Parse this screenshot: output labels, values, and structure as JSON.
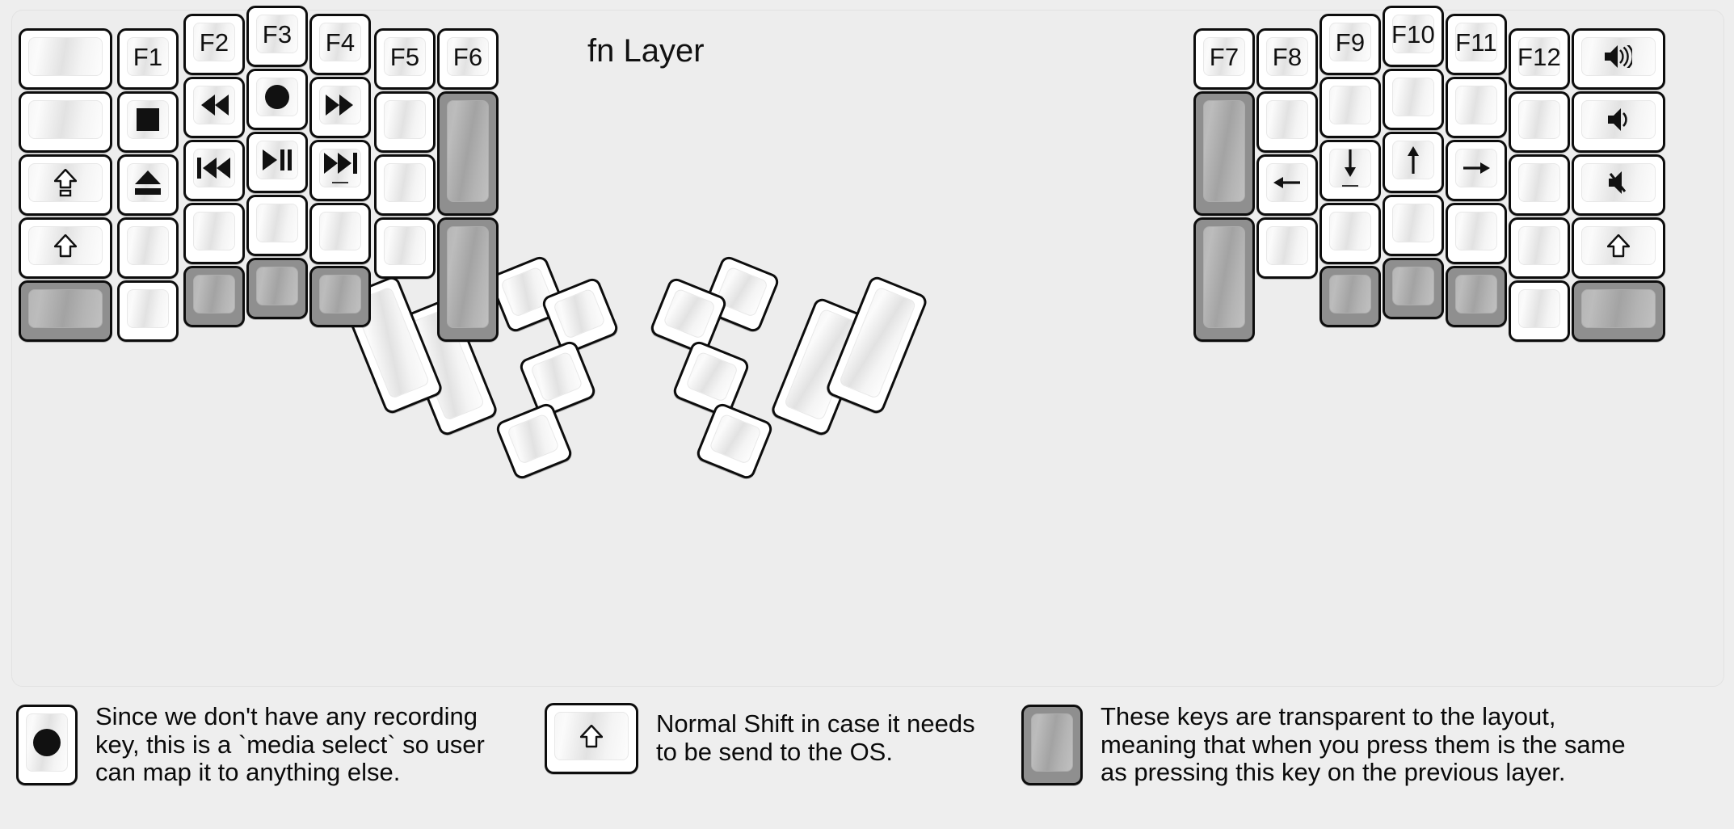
{
  "title": "fn Layer",
  "colors": {
    "background": "#eeeeee",
    "panel": "#ededed",
    "key_face": "#ffffff",
    "key_outline": "#0d0d0d",
    "transparent_key": "#8f8f8f"
  },
  "legend": [
    {
      "icon": "record-circle-icon",
      "key_style": "normal",
      "text": "Since we don't have any recording\nkey, this is a `media select` so user\ncan map it to anything else."
    },
    {
      "icon": "shift-arrow-icon",
      "key_style": "normal",
      "text": "Normal Shift in case it needs\nto be send to the OS."
    },
    {
      "icon": "none",
      "key_style": "transparent",
      "text": "These keys are transparent to the layout,\nmeaning that when you press them is the same\nas pressing this key on the previous layer."
    }
  ],
  "left_half": {
    "columns": [
      {
        "name": "pinky-outer",
        "keys": [
          {
            "label": "",
            "icon": "none",
            "style": "normal"
          },
          {
            "label": "",
            "icon": "none",
            "style": "normal"
          },
          {
            "label": "",
            "icon": "caps-lock-icon",
            "style": "normal"
          },
          {
            "label": "",
            "icon": "shift-arrow-icon",
            "style": "normal"
          },
          {
            "label": "",
            "icon": "none",
            "style": "transparent"
          }
        ]
      },
      {
        "name": "pinky",
        "keys": [
          {
            "label": "F1",
            "icon": "none",
            "style": "normal"
          },
          {
            "label": "",
            "icon": "media-stop-icon",
            "style": "normal"
          },
          {
            "label": "",
            "icon": "media-eject-icon",
            "style": "normal"
          },
          {
            "label": "",
            "icon": "none",
            "style": "normal"
          },
          {
            "label": "",
            "icon": "none",
            "style": "normal"
          }
        ]
      },
      {
        "name": "ring",
        "keys": [
          {
            "label": "F2",
            "icon": "none",
            "style": "normal"
          },
          {
            "label": "",
            "icon": "media-rewind-icon",
            "style": "normal"
          },
          {
            "label": "",
            "icon": "media-previous-icon",
            "style": "normal"
          },
          {
            "label": "",
            "icon": "none",
            "style": "normal"
          },
          {
            "label": "",
            "icon": "none",
            "style": "transparent"
          }
        ]
      },
      {
        "name": "middle",
        "keys": [
          {
            "label": "F3",
            "icon": "none",
            "style": "normal"
          },
          {
            "label": "",
            "icon": "media-record-icon",
            "style": "normal"
          },
          {
            "label": "",
            "icon": "media-play-pause-icon",
            "style": "normal"
          },
          {
            "label": "",
            "icon": "none",
            "style": "normal"
          },
          {
            "label": "",
            "icon": "none",
            "style": "transparent"
          }
        ]
      },
      {
        "name": "index",
        "keys": [
          {
            "label": "F4",
            "icon": "none",
            "style": "normal"
          },
          {
            "label": "",
            "icon": "media-fast-forward-icon",
            "style": "normal"
          },
          {
            "label": "",
            "icon": "media-next-icon",
            "style": "normal"
          },
          {
            "label": "",
            "icon": "none",
            "style": "normal"
          },
          {
            "label": "",
            "icon": "none",
            "style": "transparent"
          }
        ]
      },
      {
        "name": "index-inner",
        "keys": [
          {
            "label": "F5",
            "icon": "none",
            "style": "normal"
          },
          {
            "label": "",
            "icon": "none",
            "style": "normal"
          },
          {
            "label": "",
            "icon": "none",
            "style": "normal"
          },
          {
            "label": "",
            "icon": "none",
            "style": "normal"
          }
        ]
      },
      {
        "name": "inner-extra",
        "keys": [
          {
            "label": "F6",
            "icon": "none",
            "style": "normal"
          },
          {
            "label": "",
            "icon": "none",
            "style": "transparent"
          },
          {
            "label": "",
            "icon": "none",
            "style": "transparent"
          }
        ]
      }
    ],
    "thumb_cluster": [
      {
        "name": "thumb-1u-top-left",
        "label": "",
        "icon": "none",
        "style": "normal"
      },
      {
        "name": "thumb-1u-top-right",
        "label": "",
        "icon": "none",
        "style": "normal"
      },
      {
        "name": "thumb-1u-mid-right",
        "label": "",
        "icon": "none",
        "style": "normal"
      },
      {
        "name": "thumb-1u-bottom-right",
        "label": "",
        "icon": "none",
        "style": "normal"
      },
      {
        "name": "thumb-2u-outer",
        "label": "",
        "icon": "none",
        "style": "normal"
      },
      {
        "name": "thumb-2u-inner",
        "label": "",
        "icon": "none",
        "style": "normal"
      }
    ]
  },
  "right_half": {
    "columns": [
      {
        "name": "inner-extra",
        "keys": [
          {
            "label": "F7",
            "icon": "none",
            "style": "normal"
          },
          {
            "label": "",
            "icon": "none",
            "style": "transparent"
          },
          {
            "label": "",
            "icon": "none",
            "style": "transparent"
          }
        ]
      },
      {
        "name": "index-inner",
        "keys": [
          {
            "label": "F8",
            "icon": "none",
            "style": "normal"
          },
          {
            "label": "",
            "icon": "none",
            "style": "normal"
          },
          {
            "label": "",
            "icon": "arrow-left-icon",
            "style": "normal"
          },
          {
            "label": "",
            "icon": "none",
            "style": "normal"
          }
        ]
      },
      {
        "name": "index",
        "keys": [
          {
            "label": "F9",
            "icon": "none",
            "style": "normal"
          },
          {
            "label": "",
            "icon": "none",
            "style": "normal"
          },
          {
            "label": "",
            "icon": "arrow-down-icon",
            "style": "normal"
          },
          {
            "label": "",
            "icon": "none",
            "style": "normal"
          },
          {
            "label": "",
            "icon": "none",
            "style": "transparent"
          }
        ]
      },
      {
        "name": "middle",
        "keys": [
          {
            "label": "F10",
            "icon": "none",
            "style": "normal"
          },
          {
            "label": "",
            "icon": "none",
            "style": "normal"
          },
          {
            "label": "",
            "icon": "arrow-up-icon",
            "style": "normal"
          },
          {
            "label": "",
            "icon": "none",
            "style": "normal"
          },
          {
            "label": "",
            "icon": "none",
            "style": "transparent"
          }
        ]
      },
      {
        "name": "ring",
        "keys": [
          {
            "label": "F11",
            "icon": "none",
            "style": "normal"
          },
          {
            "label": "",
            "icon": "none",
            "style": "normal"
          },
          {
            "label": "",
            "icon": "arrow-right-icon",
            "style": "normal"
          },
          {
            "label": "",
            "icon": "none",
            "style": "normal"
          },
          {
            "label": "",
            "icon": "none",
            "style": "transparent"
          }
        ]
      },
      {
        "name": "pinky",
        "keys": [
          {
            "label": "F12",
            "icon": "none",
            "style": "normal"
          },
          {
            "label": "",
            "icon": "none",
            "style": "normal"
          },
          {
            "label": "",
            "icon": "none",
            "style": "normal"
          },
          {
            "label": "",
            "icon": "none",
            "style": "normal"
          },
          {
            "label": "",
            "icon": "none",
            "style": "normal"
          }
        ]
      },
      {
        "name": "pinky-outer",
        "keys": [
          {
            "label": "",
            "icon": "volume-up-icon",
            "style": "normal"
          },
          {
            "label": "",
            "icon": "volume-down-icon",
            "style": "normal"
          },
          {
            "label": "",
            "icon": "volume-mute-icon",
            "style": "normal"
          },
          {
            "label": "",
            "icon": "shift-arrow-icon",
            "style": "normal"
          },
          {
            "label": "",
            "icon": "none",
            "style": "transparent"
          }
        ]
      }
    ],
    "thumb_cluster": [
      {
        "name": "thumb-1u-top-right",
        "label": "",
        "icon": "none",
        "style": "normal"
      },
      {
        "name": "thumb-1u-top-left",
        "label": "",
        "icon": "none",
        "style": "normal"
      },
      {
        "name": "thumb-1u-mid-left",
        "label": "",
        "icon": "none",
        "style": "normal"
      },
      {
        "name": "thumb-1u-bottom-left",
        "label": "",
        "icon": "none",
        "style": "normal"
      },
      {
        "name": "thumb-2u-inner",
        "label": "",
        "icon": "none",
        "style": "normal"
      },
      {
        "name": "thumb-2u-outer",
        "label": "",
        "icon": "none",
        "style": "normal"
      }
    ]
  }
}
